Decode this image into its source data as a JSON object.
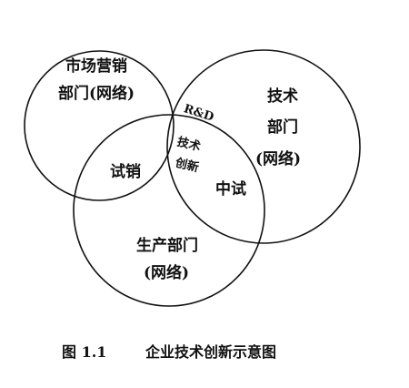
{
  "diagram": {
    "marketing": {
      "line1": "市场营销",
      "line2": "部门(网络)"
    },
    "tech": {
      "line1": "技术",
      "line2": "部门",
      "line3": "(网络)"
    },
    "production": {
      "line1": "生产部门",
      "line2": "(网络)"
    },
    "rd": "R&D",
    "trial_sales": "试销",
    "pilot": "中试",
    "center": {
      "line1": "技术",
      "line2": "创新"
    }
  },
  "caption": {
    "figure_no": "图 1.1",
    "title": "企业技术创新示意图"
  }
}
